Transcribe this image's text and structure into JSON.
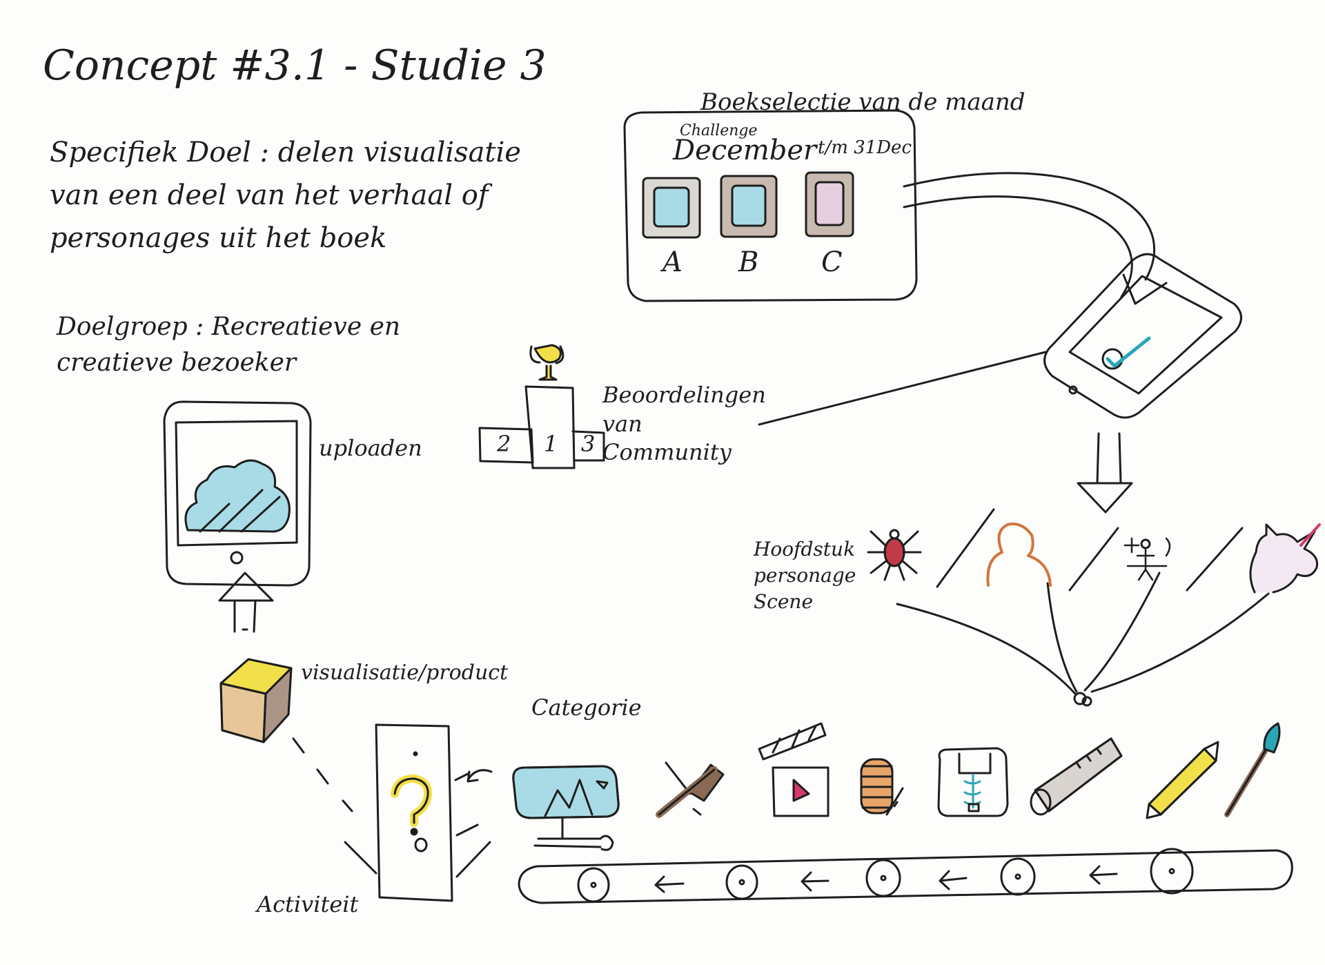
{
  "title": "Concept #3.1  -  Studie 3",
  "goal": "Specifiek Doel : delen visualisatie van een deel van het verhaal of personages uit het boek",
  "target_group": "Doelgroep : Recreatieve en creatieve bezoeker",
  "book_selection": {
    "heading": "Boekselectie van de maand",
    "challenge_label": "Challenge",
    "month": "December",
    "until": "t/m 31Dec",
    "books": [
      "A",
      "B",
      "C"
    ]
  },
  "upload_label": "uploaden",
  "ratings": {
    "label": "Beoordelingen van Community",
    "positions": [
      "2",
      "1",
      "3"
    ]
  },
  "chapter_label": "Hoofdstuk personage Scene",
  "visualisation_label": "visualisatie/product",
  "category_label": "Categorie",
  "activity_label": "Activiteit",
  "icons": {
    "phone": "phone-checkmark-icon",
    "tablet": "tablet-cloud-icon",
    "trophy": "trophy-icon",
    "cube": "cube-icon",
    "question": "question-mark-icon",
    "spider": "spider-icon",
    "character": "person-silhouette-icon",
    "scene": "scene-figures-icon",
    "unicorn": "unicorn-icon",
    "categories": [
      "monitor-icon",
      "hammer-icon",
      "clapperboard-icon",
      "sewing-icon",
      "sewing-machine-icon",
      "saw-icon",
      "pencil-icon",
      "paintbrush-icon"
    ]
  },
  "colors": {
    "ink": "#1e1e1e",
    "light_blue": "#a9dbe6",
    "brown": "#8a6a55",
    "yellow": "#f2e04a",
    "pink": "#e8cfe0",
    "orange": "#d2763a",
    "red": "#c23a4a",
    "teal": "#2aa6b7"
  }
}
